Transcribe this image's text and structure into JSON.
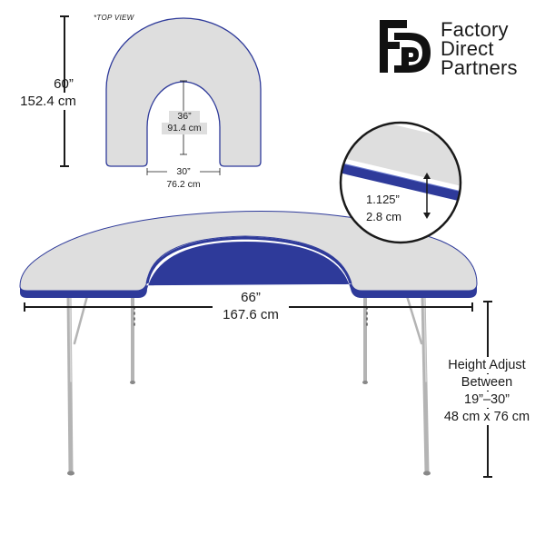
{
  "top_view": {
    "label": "*TOP VIEW",
    "overall_depth": {
      "inches": "60”",
      "cm": "152.4 cm"
    },
    "cutout_depth": {
      "inches": "36”",
      "cm": "91.4 cm"
    },
    "cutout_width": {
      "inches": "30”",
      "cm": "76.2 cm"
    }
  },
  "table": {
    "width": {
      "inches": "66”",
      "cm": "167.6 cm"
    },
    "edge_thickness": {
      "inches": "1.125”",
      "cm": "2.8 cm"
    },
    "height_adjust": {
      "line1": "Height Adjust",
      "line2": "Between",
      "line3": "19”–30”",
      "line4": "48 cm x 76 cm"
    }
  },
  "brand": {
    "line1": "Factory",
    "line2": "Direct",
    "line3": "Partners"
  },
  "colors": {
    "top_surface": "#dedede",
    "edge_band": "#2e3a9a",
    "legs": "#b4b4b4",
    "dimension_lines": "#1a1a1a"
  },
  "icons": {
    "logo": "fdp-monogram-logo"
  }
}
